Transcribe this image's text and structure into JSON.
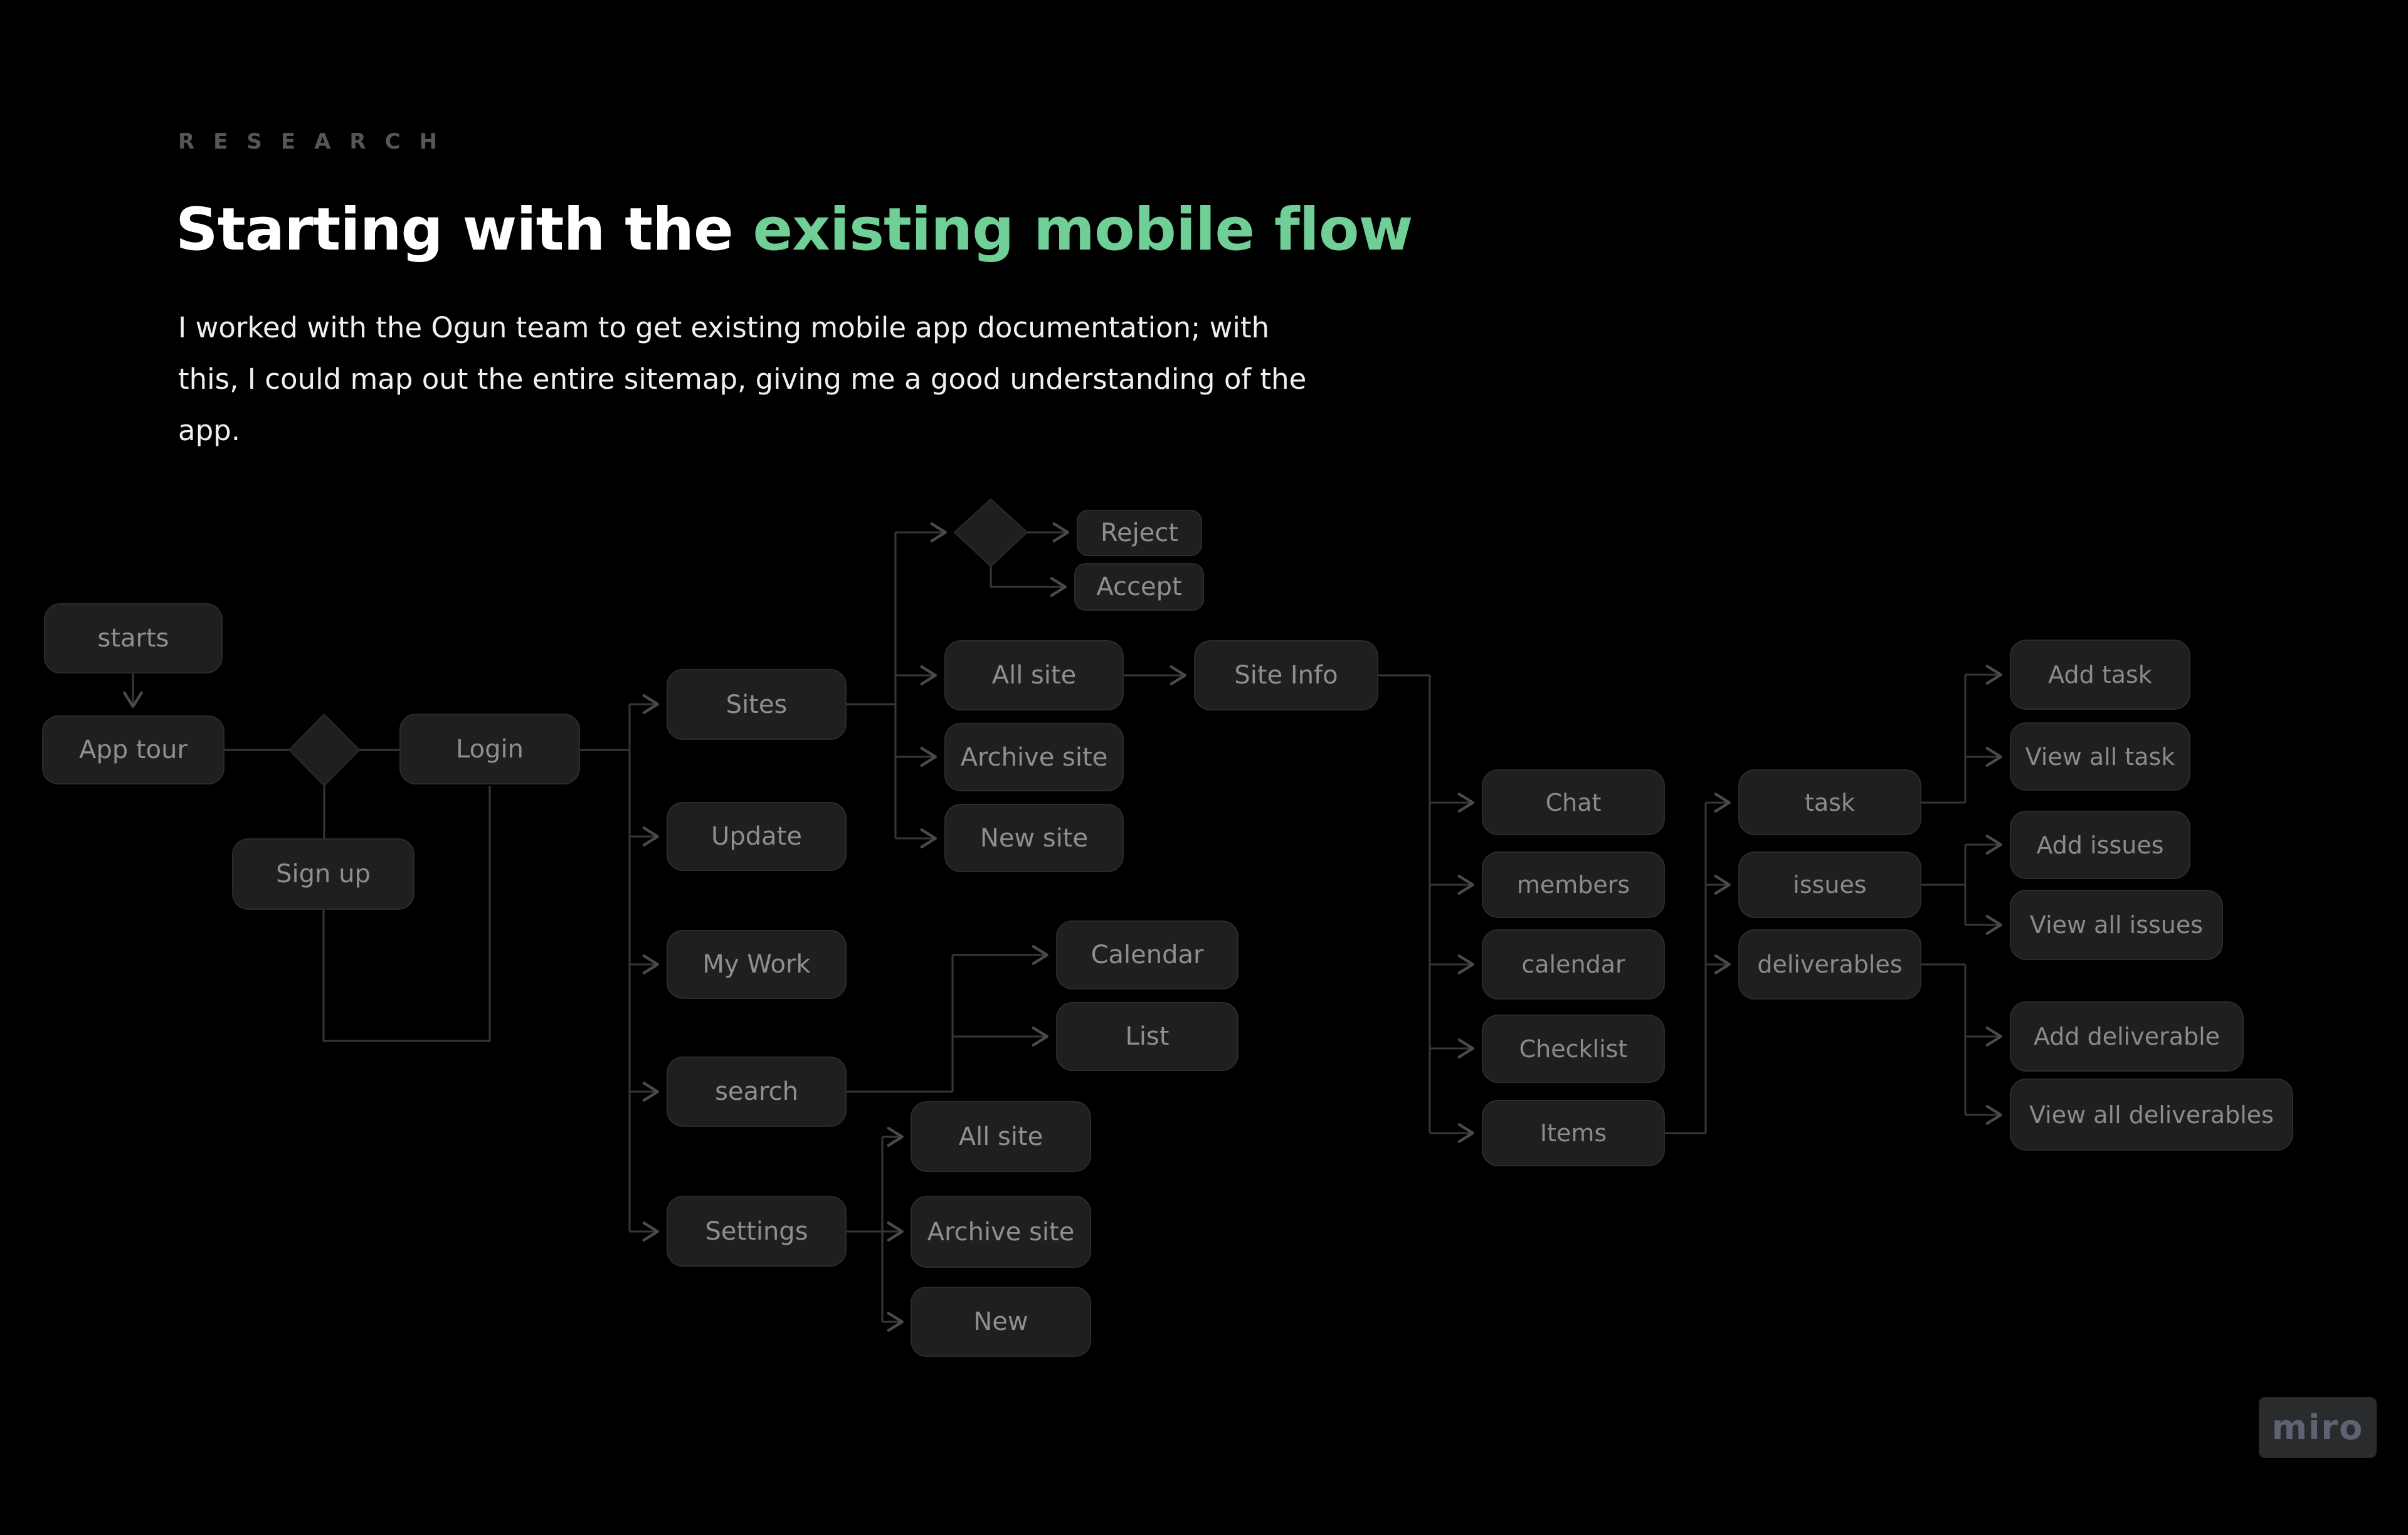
{
  "colors": {
    "background": "#000000",
    "accent": "#6fcf97",
    "node_fill": "#1f1f20",
    "node_border": "#2b2b2b",
    "node_text": "#8f8f8f",
    "connector": "#373737",
    "eyebrow_text": "#565656",
    "title_text": "#ffffff",
    "watermark_bg": "#2a2b2c",
    "watermark_text": "#5f6270"
  },
  "header": {
    "eyebrow": "RESEARCH",
    "title": {
      "prefix": "Starting with the ",
      "highlight": "existing mobile flow"
    },
    "paragraph_lines": [
      "I worked with the Ogun team to get existing mobile app documentation; with",
      "this, I could map out the entire sitemap, giving me a good understanding of the",
      "app."
    ]
  },
  "flow": {
    "nodes": [
      {
        "id": "starts",
        "label": "starts"
      },
      {
        "id": "app-tour",
        "label": "App tour"
      },
      {
        "id": "login",
        "label": "Login"
      },
      {
        "id": "sign-up",
        "label": "Sign up"
      },
      {
        "id": "sites",
        "label": "Sites"
      },
      {
        "id": "update",
        "label": "Update"
      },
      {
        "id": "my-work",
        "label": "My Work"
      },
      {
        "id": "search",
        "label": "search"
      },
      {
        "id": "settings",
        "label": "Settings"
      },
      {
        "id": "reject",
        "label": "Reject"
      },
      {
        "id": "accept",
        "label": "Accept"
      },
      {
        "id": "all-site-top",
        "label": "All site"
      },
      {
        "id": "archive-site-top",
        "label": "Archive site"
      },
      {
        "id": "new-site",
        "label": "New site"
      },
      {
        "id": "site-info",
        "label": "Site Info"
      },
      {
        "id": "calendar-view",
        "label": "Calendar"
      },
      {
        "id": "list-view",
        "label": "List"
      },
      {
        "id": "all-site-bottom",
        "label": "All site"
      },
      {
        "id": "archive-site-bottom",
        "label": "Archive site"
      },
      {
        "id": "new-bottom",
        "label": "New"
      },
      {
        "id": "chat",
        "label": "Chat"
      },
      {
        "id": "members",
        "label": "members"
      },
      {
        "id": "calendar",
        "label": "calendar"
      },
      {
        "id": "checklist",
        "label": "Checklist"
      },
      {
        "id": "items",
        "label": "Items"
      },
      {
        "id": "task",
        "label": "task"
      },
      {
        "id": "issues",
        "label": "issues"
      },
      {
        "id": "deliverables",
        "label": "deliverables"
      },
      {
        "id": "add-task",
        "label": "Add task"
      },
      {
        "id": "view-all-task",
        "label": "View all task"
      },
      {
        "id": "add-issues",
        "label": "Add issues"
      },
      {
        "id": "view-all-issues",
        "label": "View all issues"
      },
      {
        "id": "add-deliverable",
        "label": "Add deliverable"
      },
      {
        "id": "view-all-deliverables",
        "label": "View all deliverables"
      }
    ]
  },
  "watermark": {
    "label": "miro"
  }
}
